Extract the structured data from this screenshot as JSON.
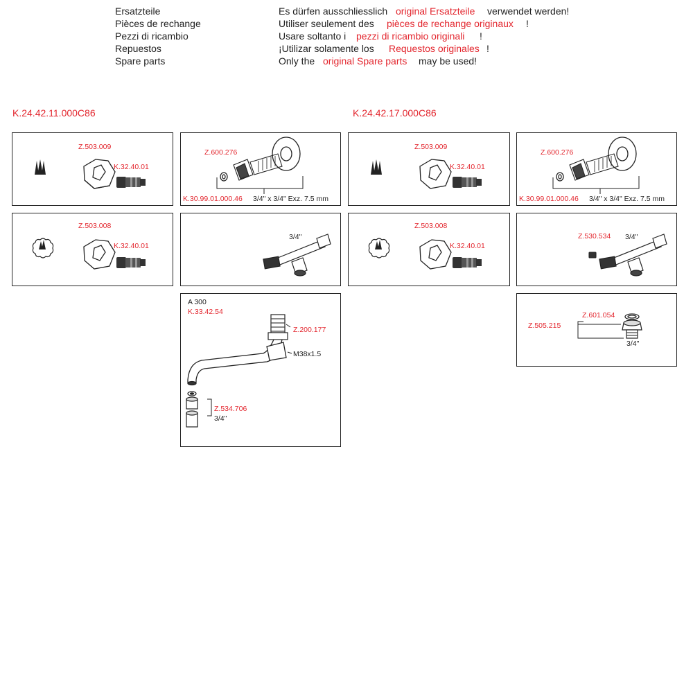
{
  "header": {
    "rows": [
      {
        "lang": "Ersatzteile",
        "prefix": "Es dürfen ausschliesslich",
        "highlight": "original Ersatzteile",
        "suffix": "verwendet werden!"
      },
      {
        "lang": "Pièces de rechange",
        "prefix": "Utiliser seulement des",
        "highlight": "pièces de rechange originaux",
        "suffix": "!"
      },
      {
        "lang": "Pezzi di ricambio",
        "prefix": "Usare soltanto i",
        "highlight": "pezzi di ricambio originali",
        "suffix": "!"
      },
      {
        "lang": "Repuestos",
        "prefix": "¡Utilizar solamente los",
        "highlight": "Requestos originales",
        "suffix": "!"
      },
      {
        "lang": "Spare parts",
        "prefix": "Only the",
        "highlight": "original Spare parts",
        "suffix": "may be used!"
      }
    ]
  },
  "models": {
    "left": "K.24.42.11.000C86",
    "right": "K.24.42.17.000C86"
  },
  "labels": {
    "handle_a": "Z.503.009",
    "handle_b": "Z.503.008",
    "cartridge": "K.32.40.01",
    "rosette": "Z.600.276",
    "connector_set": "K.30.99.01.000.46",
    "connector_spec": "3/4\" x 3/4\" Exz. 7.5 mm",
    "thread_34": "3/4\"",
    "spout_length": "A 300",
    "spout_code": "K.33.42.54",
    "spout_nut": "Z.200.177",
    "spout_thread": "M38x1.5",
    "spout_seal": "Z.534.706",
    "plug": "Z.530.534",
    "adapter_set": "Z.505.215",
    "adapter_ring": "Z.601.054"
  }
}
